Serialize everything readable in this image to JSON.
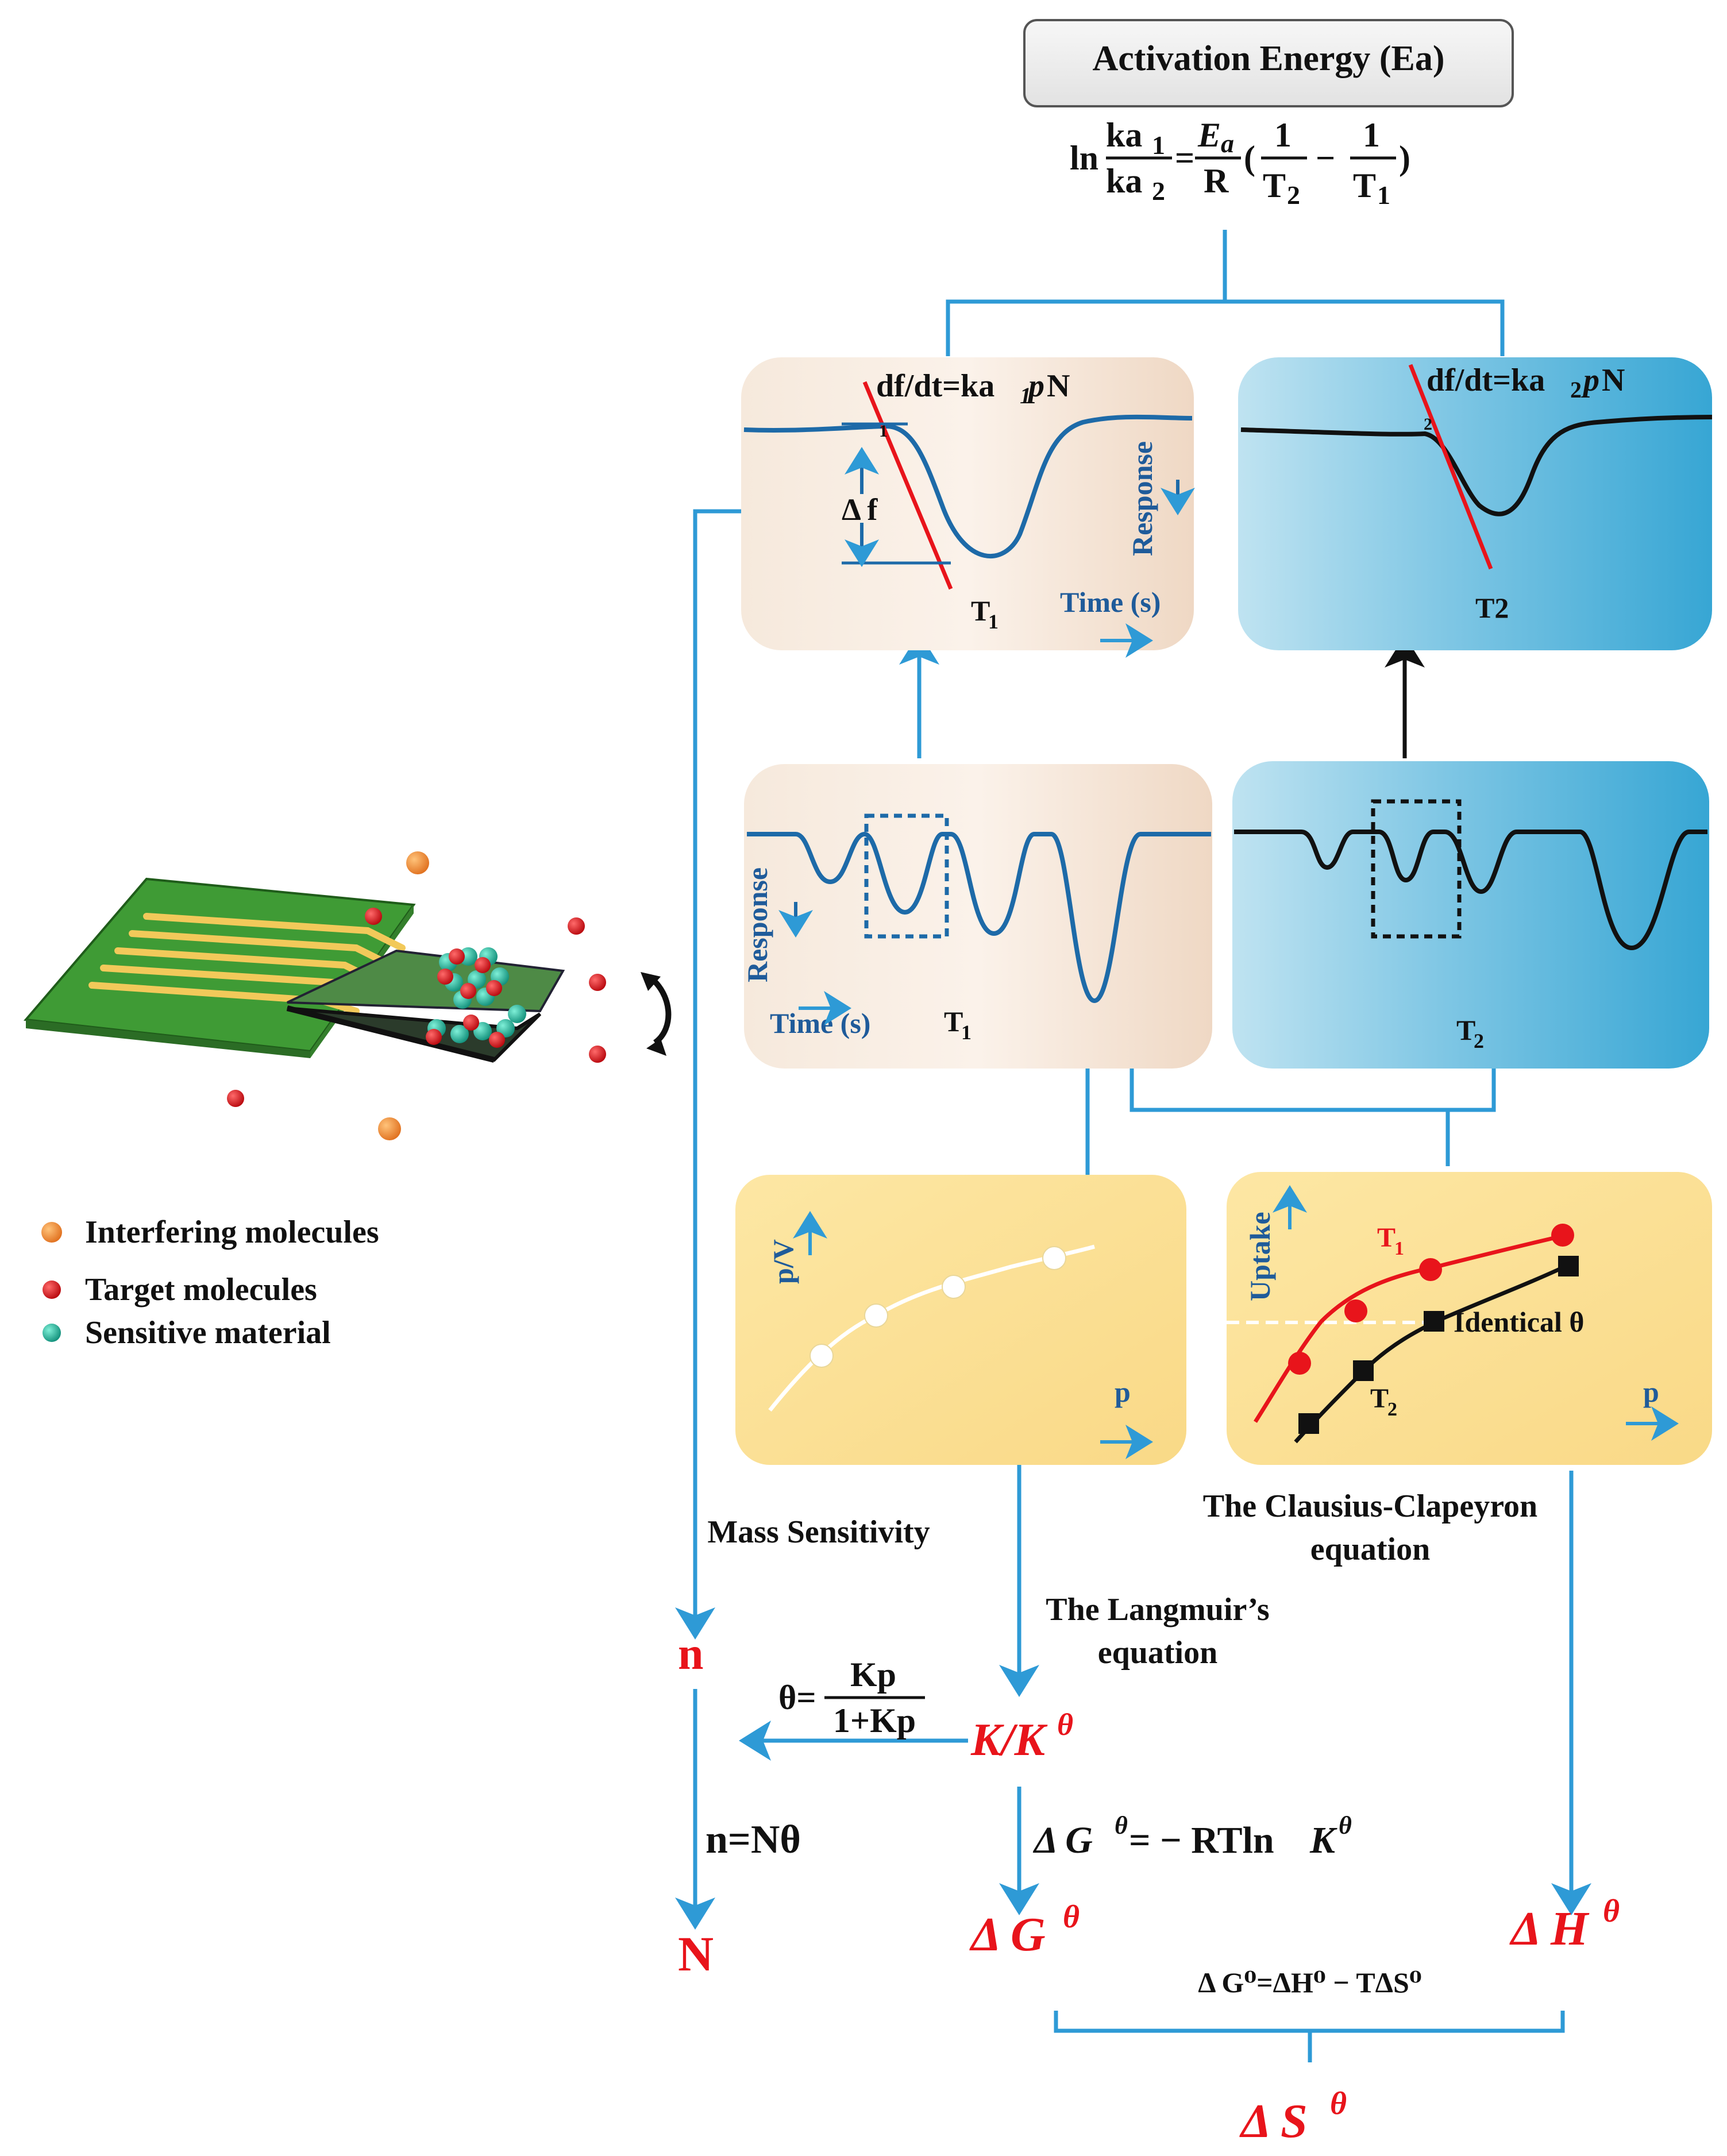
{
  "header": {
    "title": "Activation Energy (Ea)",
    "eq_ln": "ln",
    "eq_num1": "ka",
    "eq_sub1": "1",
    "eq_den1": "ka",
    "eq_sub2": "2",
    "eq_equals": "=",
    "eq_ea": "E",
    "eq_ea_sub": "a",
    "eq_R": "R",
    "eq_open": "(",
    "eq_one_a": "1",
    "eq_T2": "T",
    "eq_T2_sub": "2",
    "eq_minus": "−",
    "eq_one_b": "1",
    "eq_T1": "T",
    "eq_T1_sub": "1",
    "eq_close": ")"
  },
  "panels": {
    "top_left": {
      "eq_prefix": "df/dt=ka",
      "eq_sub": "1",
      "eq_p": "p",
      "eq_N": "N",
      "delta_f": "Δ f",
      "response": "Response",
      "time": "Time (s)",
      "temp": "T",
      "temp_sub": "1",
      "marker": "1"
    },
    "top_right": {
      "eq_prefix": "df/dt=ka",
      "eq_sub": "2",
      "eq_p": "p",
      "eq_N": "N",
      "temp": "T2",
      "marker": "2"
    },
    "mid_left": {
      "response": "Response",
      "time": "Time (s)",
      "temp": "T",
      "temp_sub": "1"
    },
    "mid_right": {
      "temp": "T",
      "temp_sub": "2"
    },
    "langmuir_plot": {
      "ylabel": "p/V",
      "xlabel": "p"
    },
    "clausius_plot": {
      "ylabel": "Uptake",
      "xlabel": "p",
      "t1": "T",
      "t1_sub": "1",
      "t2": "T",
      "t2_sub": "2",
      "identical": "Identical θ"
    }
  },
  "legend": {
    "items": [
      {
        "label": "Interfering molecules",
        "color": "#f08a2c"
      },
      {
        "label": "Target molecules",
        "color": "#d9151b"
      },
      {
        "label": "Sensitive material",
        "color": "#1fb39a"
      }
    ]
  },
  "labels": {
    "mass_sensitivity": "Mass Sensitivity",
    "clausius_line1": "The Clausius-Clapeyron",
    "clausius_line2": "equation",
    "langmuir_line1": "The Langmuir’s",
    "langmuir_line2": "equation",
    "n": "n",
    "N": "N",
    "theta_lhs": "θ=",
    "theta_num": "Kp",
    "theta_den": "1+Kp",
    "K": "K/K",
    "K_sup": "θ",
    "n_eq": "n=Nθ",
    "dG_eq": "Δ G",
    "dG_eq_sup": "θ",
    "dG_eq_rhs": "= − RTln",
    "dG_eq_K": "K",
    "dG_eq_K_sup": "θ",
    "dG": "Δ G",
    "dG_sup": "θ",
    "dH": "Δ H",
    "dH_sup": "θ",
    "gibbs": "Δ G⁰=ΔH⁰ − TΔS⁰",
    "dS": "Δ S",
    "dS_sup": "θ"
  },
  "colors": {
    "connector_blue": "#2e9ad6",
    "curve_blue": "#1d6aa8",
    "accent_red": "#e8141b",
    "peach_bg": "#f3e2d2",
    "blue_bg": "#4ab1d8",
    "yellow_bg": "#fbe29a",
    "board_green": "#3f9b35",
    "electrode_gold": "#f2c95a"
  }
}
